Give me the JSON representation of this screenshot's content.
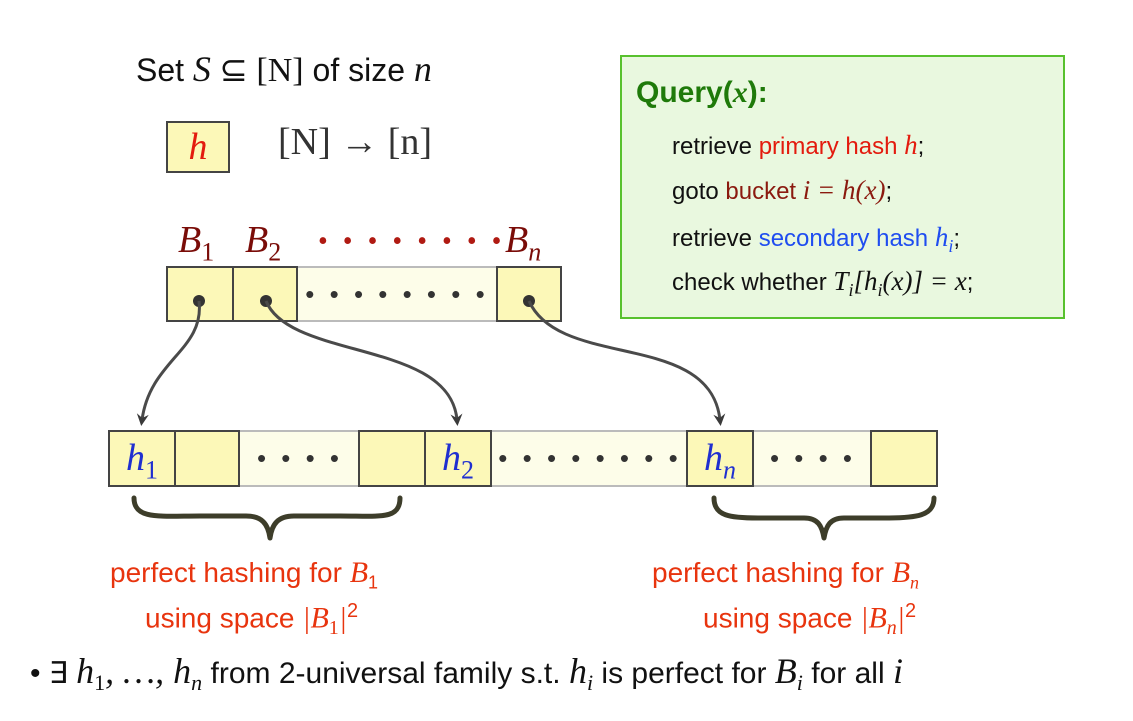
{
  "set_line": {
    "prefix": "Set ",
    "set": "S",
    "subset": " ⊆ ",
    "universe": "[N]",
    "middle": " of size ",
    "size": "n"
  },
  "hash_box": {
    "symbol": "h",
    "mapping": "[N] → [n]"
  },
  "query": {
    "title_prefix": "Query(",
    "title_var": "x",
    "title_suffix": "):",
    "lines": [
      {
        "plain": "retrieve ",
        "accent": "primary hash ",
        "math": "h",
        "end": ";"
      },
      {
        "plain": "goto ",
        "accent": "bucket ",
        "math": "i = h(x)",
        "end": ";"
      },
      {
        "plain": "retrieve ",
        "accent": "secondary hash ",
        "math": "h",
        "sub": "i",
        "end": ";"
      },
      {
        "plain": "check whether ",
        "math": "T",
        "sub": "i",
        "math2": "[h",
        "sub2": "i",
        "math3": "(x)] = x",
        "end": ";"
      }
    ]
  },
  "buckets": {
    "b1": {
      "base": "B",
      "sub": "1"
    },
    "b2": {
      "base": "B",
      "sub": "2"
    },
    "bn": {
      "base": "B",
      "sub": "n"
    },
    "top_dots": "• • • • • • • •",
    "array_dots": "• • • • • • • •"
  },
  "secondary": {
    "h1": {
      "base": "h",
      "sub": "1"
    },
    "h2": {
      "base": "h",
      "sub": "2"
    },
    "hn": {
      "base": "h",
      "sub": "n"
    },
    "dots_short": "• • • •",
    "dots_long": "• • • • • • • •"
  },
  "captions": {
    "left_line1": "perfect hashing for ",
    "left_b": "B",
    "left_b_sub": "1",
    "left_line2": "using space ",
    "left_space": "|B",
    "left_space_sub": "1",
    "left_space_end": "|",
    "left_space_sup": "2",
    "right_line1": "perfect hashing for ",
    "right_b": "B",
    "right_b_sub": "n",
    "right_line2": "using space ",
    "right_space": "|B",
    "right_space_sub": "n",
    "right_space_end": "|",
    "right_space_sup": "2"
  },
  "bullet": {
    "marker": "•",
    "exists": "∃ ",
    "h_list": "h",
    "h1_sub": "1",
    "mid": ", …, ",
    "hn_sub": "n",
    "text1": " from 2-universal family s.t. ",
    "hi": "h",
    "hi_sub": "i",
    "text2": " is perfect for ",
    "bi": "B",
    "bi_sub": "i",
    "text3": " for all ",
    "i": "i"
  },
  "colors": {
    "cell_fill": "#fcf8b8",
    "query_fill": "#e9f8df",
    "query_border": "#58c12e",
    "red": "#e31b0e",
    "blue": "#1f4df0",
    "dark_red": "#7a0c08"
  }
}
